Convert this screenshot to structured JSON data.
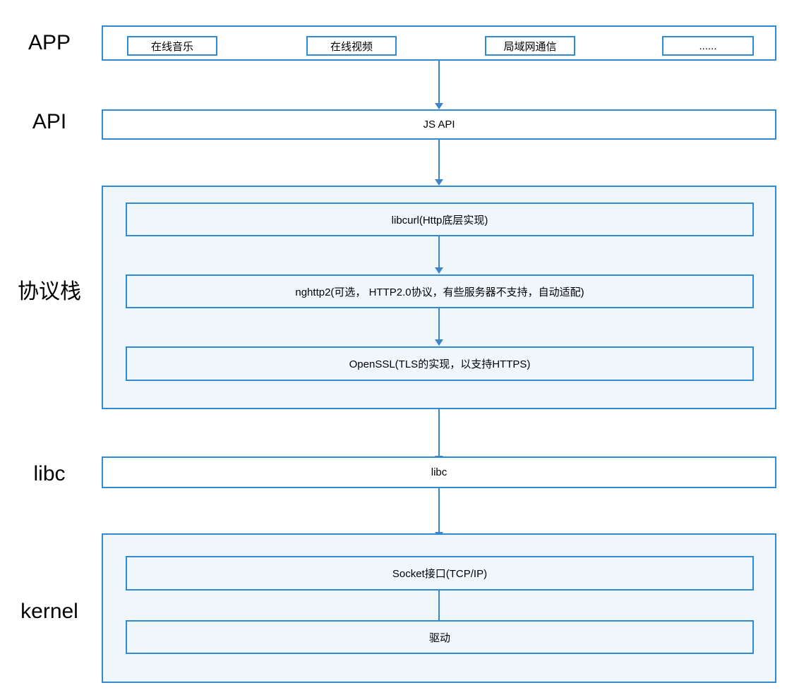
{
  "diagram": {
    "title": "Network protocol layering architecture",
    "accent_color": "#2E8BD4",
    "arrow_color": "#3D85C6",
    "group_fill": "#EFF7FD",
    "background": "#FFFFFF"
  },
  "tiers": [
    {
      "label": "APP"
    },
    {
      "label": "API"
    },
    {
      "label": "协议栈"
    },
    {
      "label": "libc"
    },
    {
      "label": "kernel"
    }
  ],
  "app_layer": {
    "label": "APP",
    "items": [
      {
        "label": "在线音乐"
      },
      {
        "label": "在线视频"
      },
      {
        "label": "局域网通信"
      },
      {
        "label": "......"
      }
    ]
  },
  "api_layer": {
    "label": "API",
    "box": {
      "label": "JS API"
    }
  },
  "protocol_stack_layer": {
    "label": "协议栈",
    "boxes": [
      {
        "label": "libcurl(Http底层实现)"
      },
      {
        "label": "nghttp2(可选， HTTP2.0协议，有些服务器不支持，自动适配)"
      },
      {
        "label": "OpenSSL(TLS的实现，以支持HTTPS)"
      }
    ]
  },
  "libc_layer": {
    "label": "libc",
    "box": {
      "label": "libc"
    }
  },
  "kernel_layer": {
    "label": "kernel",
    "boxes": [
      {
        "label": "Socket接口(TCP/IP)"
      },
      {
        "label": "驱动"
      }
    ]
  }
}
